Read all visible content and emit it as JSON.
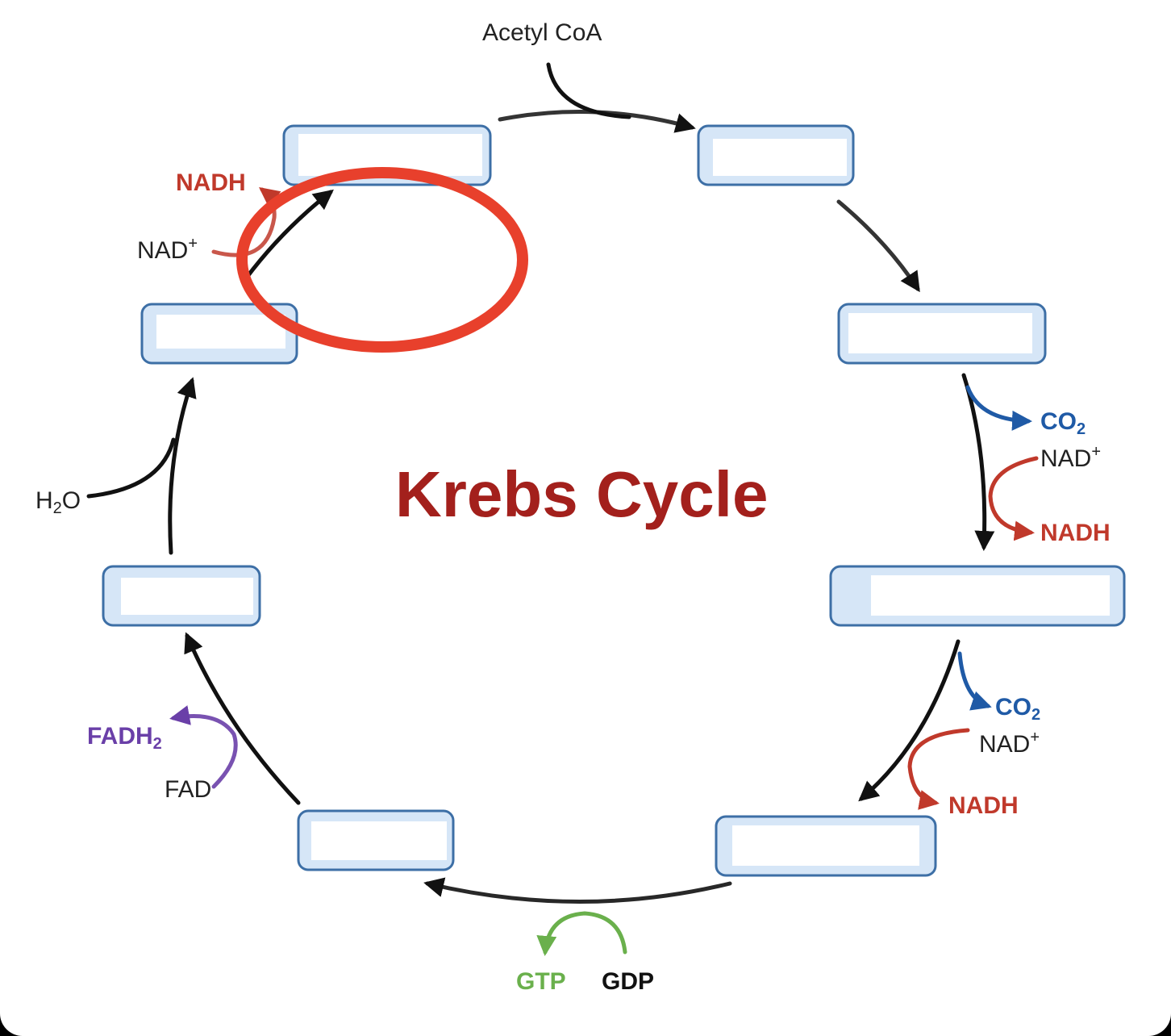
{
  "title": "Krebs Cycle",
  "inputs": {
    "acetyl_coa": "Acetyl CoA",
    "h2o": {
      "base": "H",
      "sub": "2",
      "tail": "O"
    }
  },
  "step1": {
    "nad_plus": {
      "base": "NAD",
      "sup": "+"
    },
    "nadh": "NADH"
  },
  "step2": {
    "co2": {
      "base": "CO",
      "sub": "2"
    },
    "nad_plus": {
      "base": "NAD",
      "sup": "+"
    },
    "nadh": "NADH"
  },
  "step3": {
    "co2": {
      "base": "CO",
      "sub": "2"
    },
    "nad_plus": {
      "base": "NAD",
      "sup": "+"
    },
    "nadh": "NADH"
  },
  "step4": {
    "gtp": "GTP",
    "gdp": "GDP"
  },
  "step5": {
    "fadh2": {
      "base": "FADH",
      "sub": "2"
    },
    "fad": "FAD"
  },
  "colors": {
    "title": "#a3201c",
    "nadh": "#c0392b",
    "co2": "#1f5aa6",
    "gtp": "#6ab04c",
    "fadh2": "#6a3fa8",
    "box_border": "#3d6fa6",
    "box_fill": "#d6e6f7",
    "highlight_circle": "#e8402c"
  }
}
